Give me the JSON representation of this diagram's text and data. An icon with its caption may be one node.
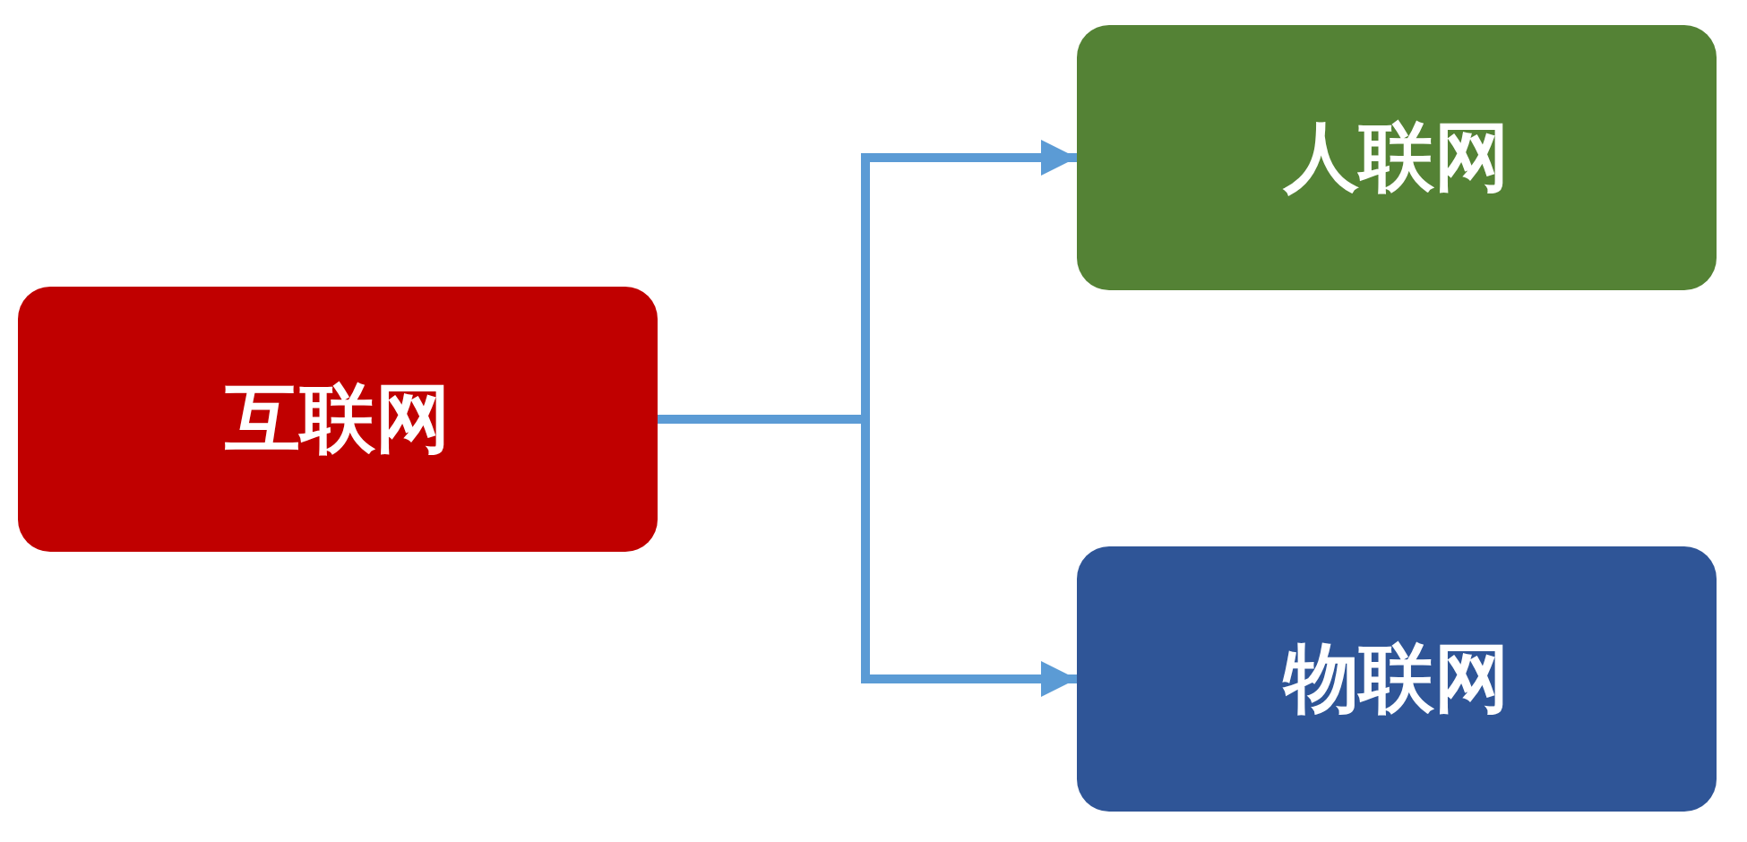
{
  "diagram": {
    "nodes": [
      {
        "text": [
          "互联网"
        ]
      },
      {
        "text": [
          "人联网"
        ]
      },
      {
        "text": [
          "物联网"
        ]
      }
    ],
    "edges": [
      {
        "from": 0,
        "to": 1,
        "arrow": "to"
      },
      {
        "from": 0,
        "to": 2,
        "arrow": "to"
      }
    ]
  }
}
